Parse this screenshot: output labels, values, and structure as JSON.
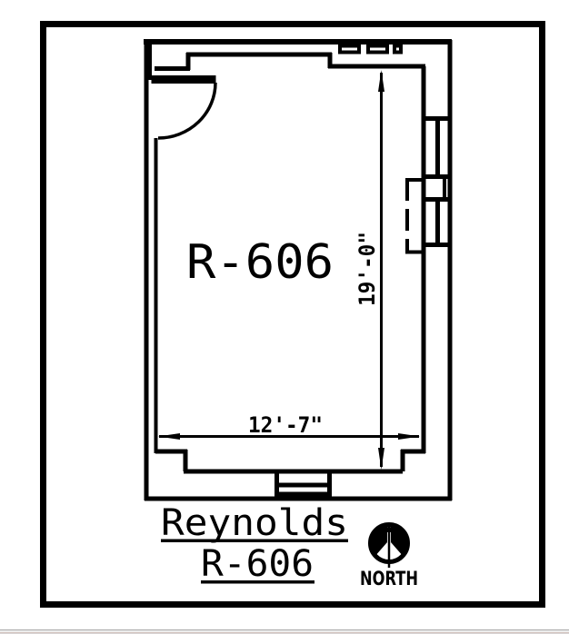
{
  "plan": {
    "room_number": "R-606",
    "dim_vertical": "19'-0\"",
    "dim_horizontal": "12'-7\"",
    "caption_name": "Reynolds",
    "caption_room": "R-606",
    "north_label": "NORTH"
  },
  "colors": {
    "ink": "#000000",
    "paper": "#ffffff",
    "taskbar_edge_gray": "#d9d5d5",
    "taskbar_edge_accent": "#d3c4c0"
  },
  "icons": {
    "north_arrow": "north-arrow-compass"
  }
}
